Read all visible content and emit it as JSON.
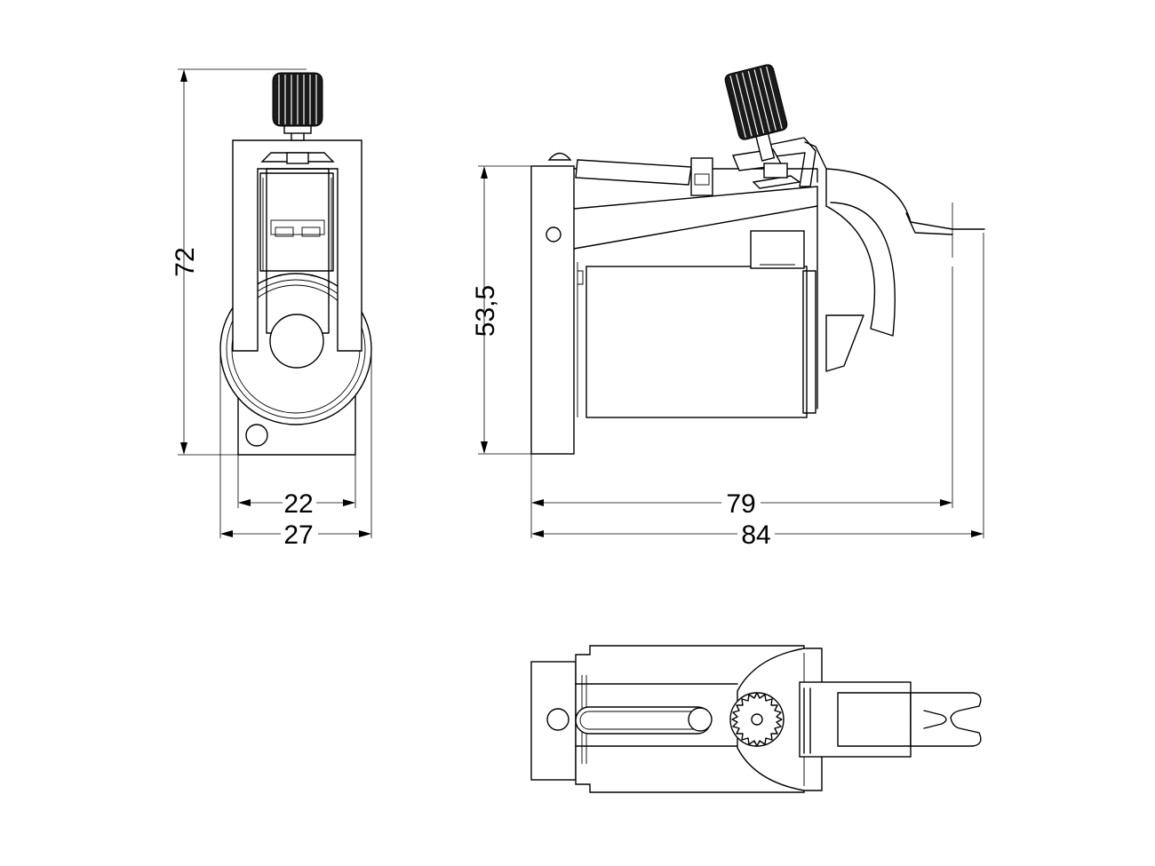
{
  "dimensions": {
    "front_height": "72",
    "front_inner_width": "22",
    "front_outer_width": "27",
    "side_height": "53,5",
    "side_inner_length": "79",
    "side_overall_length": "84"
  },
  "colors": {
    "line": "#000000",
    "background": "#ffffff"
  }
}
